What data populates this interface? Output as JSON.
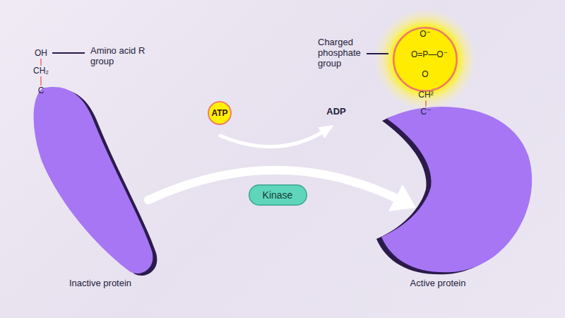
{
  "diagram": {
    "nodes": [
      {
        "text": [
          "ATP"
        ]
      },
      {
        "text": [
          "Kinase"
        ]
      },
      {
        "text": [
          "O⁻",
          "O=P—O⁻",
          "O"
        ]
      }
    ],
    "labels": [
      "OH",
      "CH₂",
      "C",
      "Amino acid R group",
      "ADP",
      "Charged phosphate group",
      "CH²",
      "C⁻",
      "Inactive protein",
      "Active protein"
    ]
  }
}
